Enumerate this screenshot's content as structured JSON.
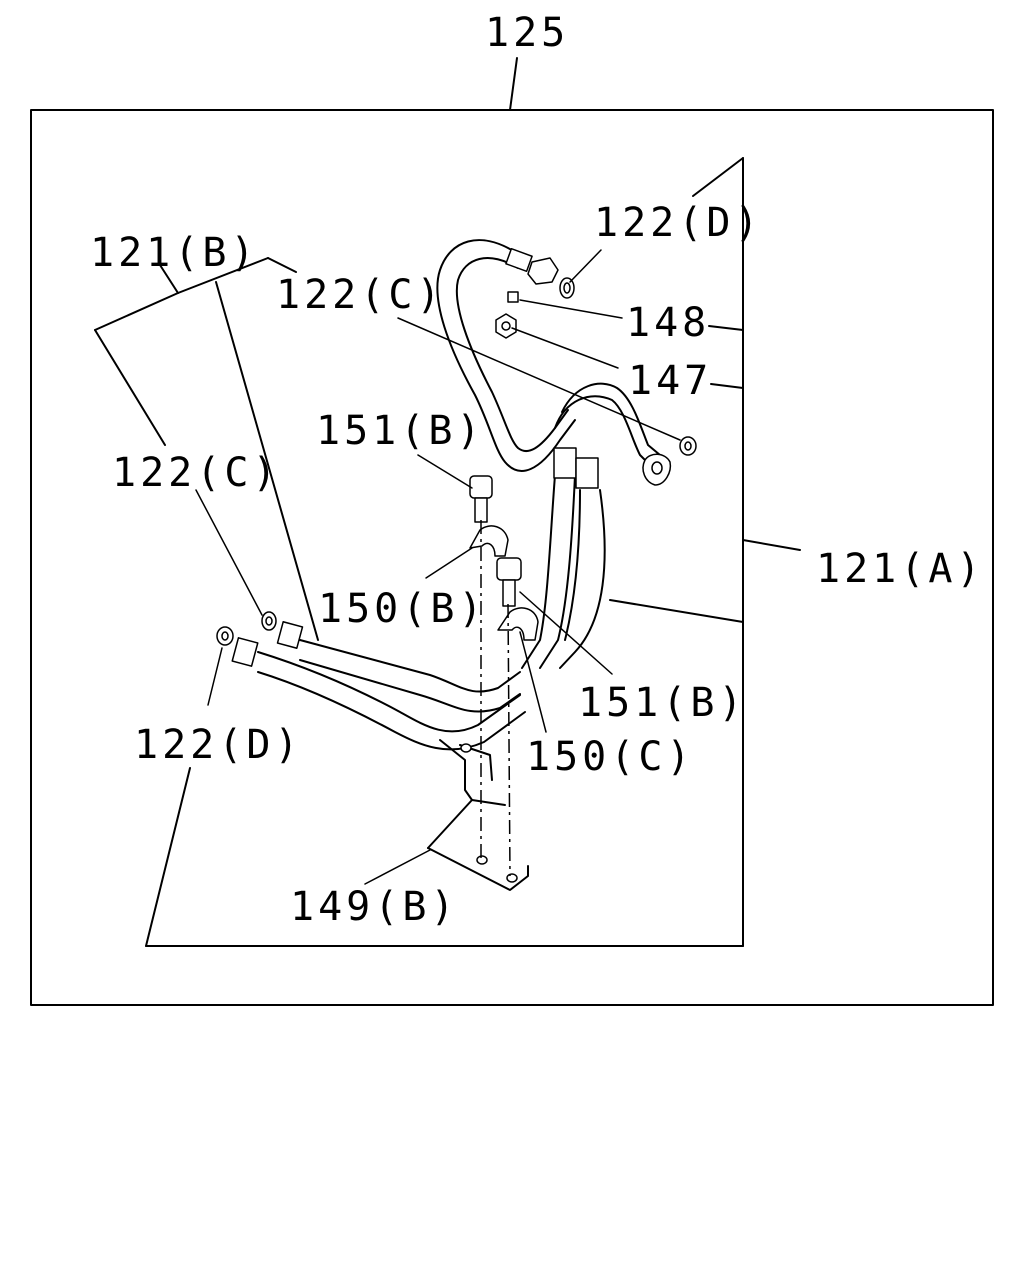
{
  "diagram": {
    "assembly_label": "125",
    "callouts": {
      "c121A": "121(A)",
      "c121B": "121(B)",
      "c122D_top": "122(D)",
      "c122C_top": "122(C)",
      "c148": "148",
      "c147": "147",
      "c151B_top": "151(B)",
      "c122C_left": "122(C)",
      "c150B": "150(B)",
      "c151B_right": "151(B)",
      "c150C": "150(C)",
      "c122D_left": "122(D)",
      "c149B": "149(B)"
    }
  }
}
